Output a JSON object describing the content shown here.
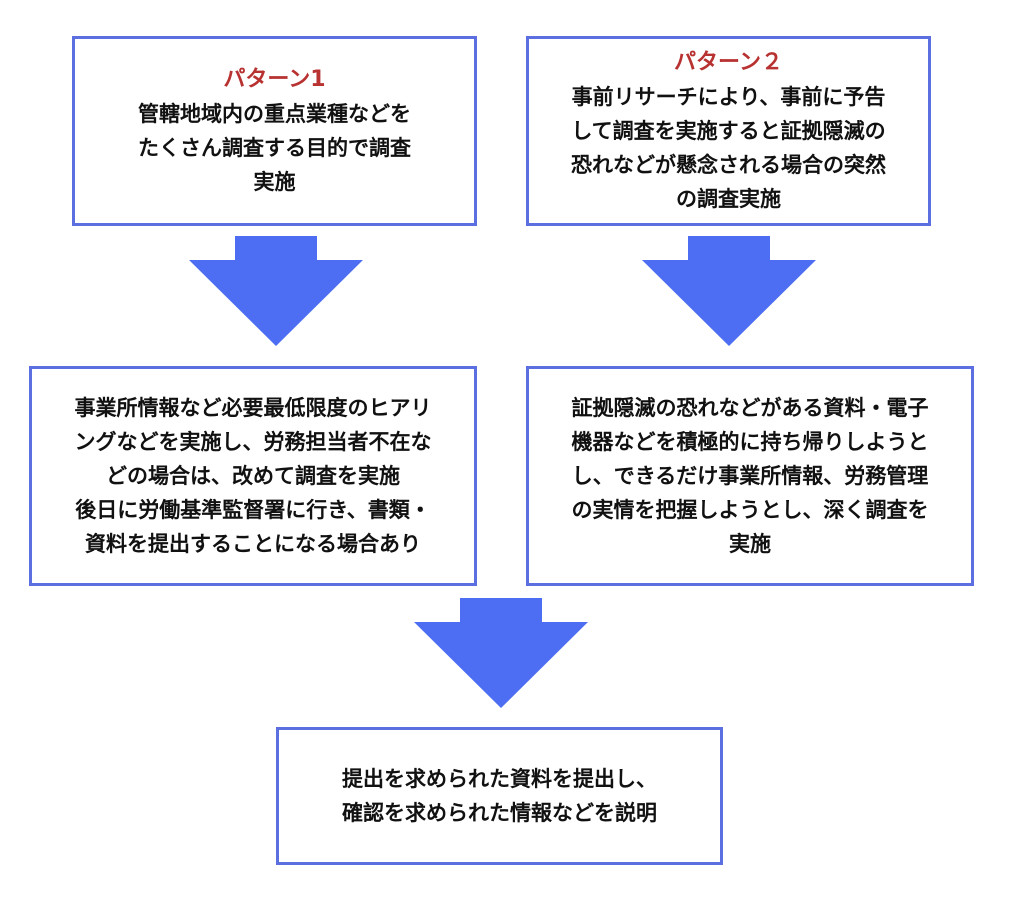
{
  "colors": {
    "border": "#5b6fe0",
    "arrow": "#4d6ef2",
    "title": "#b83232",
    "text": "#111111",
    "background": "#ffffff"
  },
  "pattern1": {
    "title": "パターン1",
    "lines": [
      "管轄地域内の重点業種などを",
      "たくさん調査する目的で調査",
      "実施"
    ]
  },
  "pattern2": {
    "title": "パターン２",
    "lines": [
      "事前リサーチにより、事前に予告",
      "して調査を実施すると証拠隠滅の",
      "恐れなどが懸念される場合の突然",
      "の調査実施"
    ]
  },
  "result1": {
    "lines": [
      "事業所情報など必要最低限度のヒアリ",
      "ングなどを実施し、労務担当者不在な",
      "どの場合は、改めて調査を実施",
      "後日に労働基準監督署に行き、書類・",
      "資料を提出することになる場合あり"
    ]
  },
  "result2": {
    "lines": [
      "証拠隠滅の恐れなどがある資料・電子",
      "機器などを積極的に持ち帰りしようと",
      "し、できるだけ事業所情報、労務管理",
      "の実情を把握しようとし、深く調査を",
      "実施"
    ]
  },
  "final": {
    "lines": [
      "提出を求められた資料を提出し、",
      "確認を求められた情報などを説明"
    ]
  }
}
